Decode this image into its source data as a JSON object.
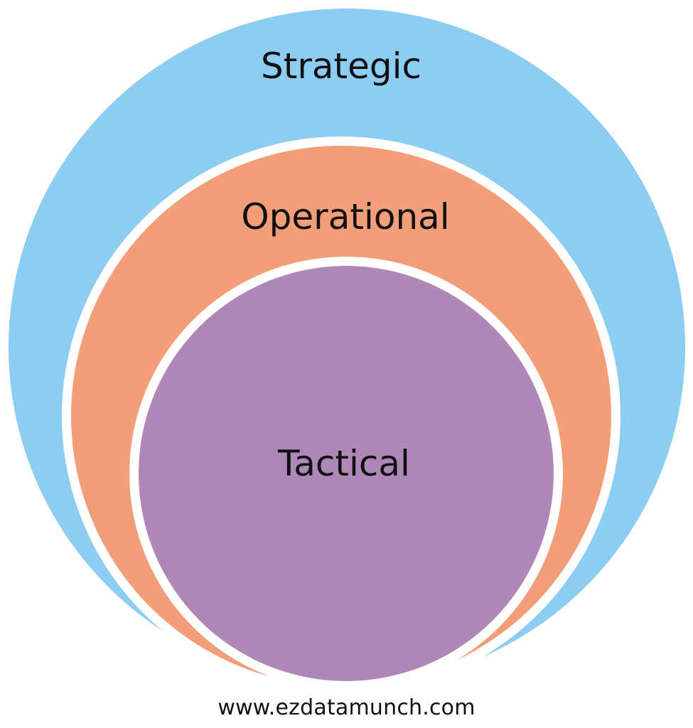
{
  "diagram": {
    "levels": [
      {
        "label": "Strategic",
        "color": "#8ecdf2"
      },
      {
        "label": "Operational",
        "color": "#f29e78"
      },
      {
        "label": "Tactical",
        "color": "#af88b8"
      }
    ]
  },
  "footer": {
    "url": "www.ezdatamunch.com"
  }
}
